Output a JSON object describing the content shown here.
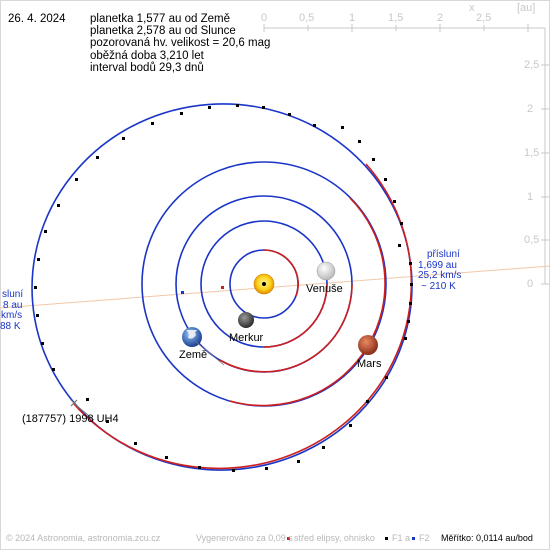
{
  "date": "26. 4. 2024",
  "info_lines": [
    "planetka 1,577 au od Země",
    "planetka 2,578 au od Slunce",
    "pozorovaná hv. velikost = 20,6 mag",
    "oběžná doba 3,210 let",
    "interval bodů 29,3 dnů"
  ],
  "axis": {
    "x_ticks": [
      "0",
      "0,5",
      "1",
      "1,5",
      "2",
      "2,5"
    ],
    "x_label": "x",
    "unit": "[au]",
    "y_ticks": [
      "2,5",
      "2",
      "1,5",
      "1",
      "0,5",
      "0"
    ]
  },
  "bodies": {
    "venus": "Venuše",
    "merkur": "Merkur",
    "zeme": "Země",
    "mars": "Mars",
    "asteroid": "(187757) 1998 UH4"
  },
  "perihelion": {
    "label": "přísluní",
    "distance": "1,699 au",
    "speed": "25,2 km/s",
    "temp": "~ 210 K"
  },
  "aphelion": {
    "label_fragment": "sluní",
    "distance_fragment": "8 au",
    "speed_fragment": "km/s",
    "temp_fragment": "88 K"
  },
  "footer": {
    "copyright": "© 2024 Astronomia, astronomia.zcu.cz",
    "generated": "Vygenerováno za 0,09 s",
    "legend_center": "střed elipsy, ohnisko",
    "legend_f1": "F1 a",
    "legend_f2": "F2",
    "scale": "Měřítko: 0,0114 au/bod"
  },
  "colors": {
    "orbit_blue": "#1a35c8",
    "orbit_red": "#cc1f1f",
    "apsis_line": "#f2c8a8",
    "axis": "#c8c8c8"
  }
}
